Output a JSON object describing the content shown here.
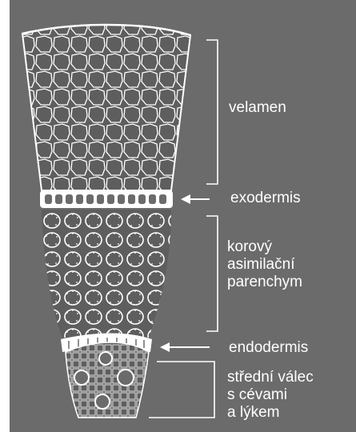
{
  "labels": {
    "velamen": "velamen",
    "exodermis": "exodermis",
    "cortex": [
      "korový",
      "asimilační",
      "parenchym"
    ],
    "endodermis": "endodermis",
    "stele": [
      "střední válec",
      "s cévami",
      "a lýkem"
    ]
  },
  "colors": {
    "background": "#6b6b6b",
    "lines": "#ffffff",
    "text": "#ffffff"
  }
}
